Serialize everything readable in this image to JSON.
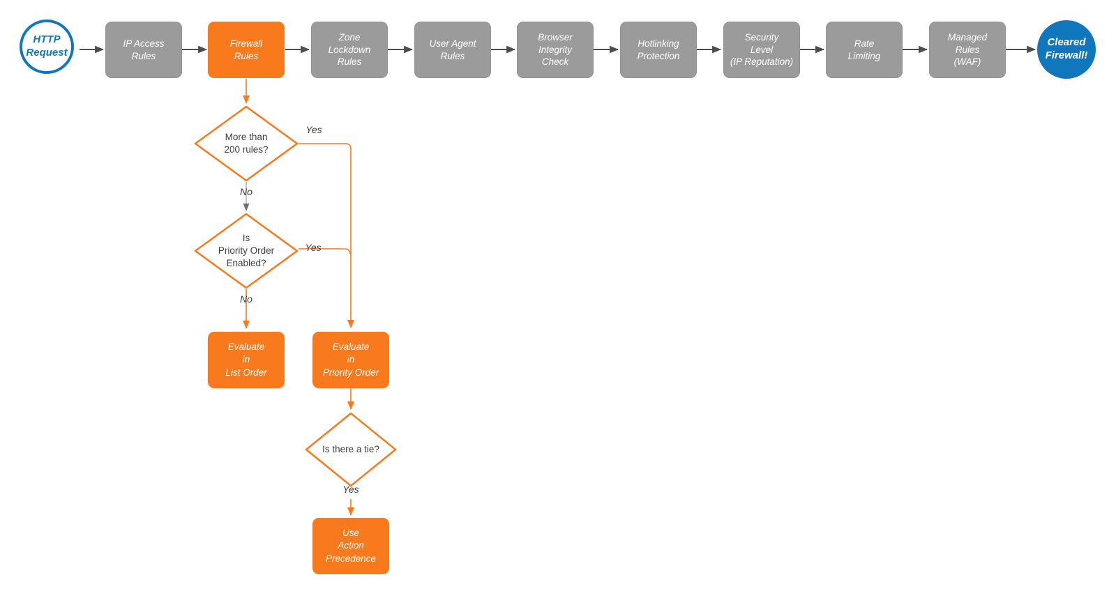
{
  "colors": {
    "orange": "#F9791D",
    "gray_fill": "#9B9B9B",
    "gray_border": "#8A8A8A",
    "blue": "#1177BC",
    "edge_dark": "#4D4D4D",
    "edge_gray": "#B5B5B5",
    "text_dark": "#3F3F3F",
    "text_light": "#FFFFFF"
  },
  "start": {
    "label": "HTTP\nRequest"
  },
  "end": {
    "label": "Cleared\nFirewall!"
  },
  "pipeline": {
    "stages": [
      {
        "label": "IP Access\nRules",
        "highlighted": false
      },
      {
        "label": "Firewall\nRules",
        "highlighted": true
      },
      {
        "label": "Zone\nLockdown\nRules",
        "highlighted": false
      },
      {
        "label": "User Agent\nRules",
        "highlighted": false
      },
      {
        "label": "Browser\nIntegrity\nCheck",
        "highlighted": false
      },
      {
        "label": "Hotlinking\nProtection",
        "highlighted": false
      },
      {
        "label": "Security\nLevel\n(IP Reputation)",
        "highlighted": false
      },
      {
        "label": "Rate\nLimiting",
        "highlighted": false
      },
      {
        "label": "Managed\nRules\n(WAF)",
        "highlighted": false
      }
    ]
  },
  "decisions": {
    "rules200": {
      "question": "More than\n200 rules?",
      "yes_label": "Yes",
      "no_label": "No"
    },
    "priority_enabled": {
      "question": "Is\nPriority Order\nEnabled?",
      "yes_label": "Yes",
      "no_label": "No"
    },
    "tie": {
      "question": "Is there a tie?",
      "yes_label": "Yes"
    }
  },
  "actions": {
    "list_order": {
      "label": "Evaluate\nin\nList Order"
    },
    "priority_order": {
      "label": "Evaluate\nin\nPriority Order"
    },
    "action_precedence": {
      "label": "Use\nAction\nPrecedence"
    }
  }
}
